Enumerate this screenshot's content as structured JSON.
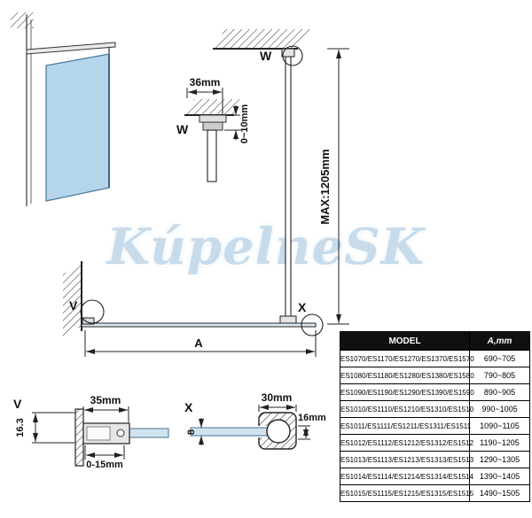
{
  "watermark": "KúpelneSK",
  "main_view": {
    "marker_w": "W",
    "marker_v": "V",
    "marker_x": "X",
    "dim_a": "A",
    "dim_max": "MAX:1205mm"
  },
  "detail_w": {
    "label": "W",
    "dim_width": "36mm",
    "dim_adjust": "0~10mm"
  },
  "detail_v": {
    "label": "V",
    "dim_width": "35mm",
    "dim_height": "16.3",
    "dim_adjust": "0-15mm"
  },
  "detail_x": {
    "label": "X",
    "dim_width": "30mm",
    "dim_depth": "16mm",
    "dim_glass_thickness": "8"
  },
  "spec_table": {
    "header_model": "MODEL",
    "header_a": "A,mm",
    "rows": [
      {
        "model": "ES1070/ES1170/ES1270/ES1370/ES1570",
        "a": "690~705"
      },
      {
        "model": "ES1080/ES1180/ES1280/ES1380/ES1580",
        "a": "790~805"
      },
      {
        "model": "ES1090/ES1190/ES1290/ES1390/ES1590",
        "a": "890~905"
      },
      {
        "model": "ES1010/ES1110/ES1210/ES1310/ES1510",
        "a": "990~1005"
      },
      {
        "model": "ES1011/ES1111/ES1211/ES1311/ES1511",
        "a": "1090~1105"
      },
      {
        "model": "ES1012/ES1112/ES1212/ES1312/ES1512",
        "a": "1190~1205"
      },
      {
        "model": "ES1013/ES1113/ES1213/ES1313/ES1513",
        "a": "1290~1305"
      },
      {
        "model": "ES1014/ES1114/ES1214/ES1314/ES1514",
        "a": "1390~1405"
      },
      {
        "model": "ES1015/ES1115/ES1215/ES1315/ES1515",
        "a": "1490~1505"
      }
    ]
  },
  "colors": {
    "glass": "#b5d6ea",
    "glass_section": "#cfe3ef",
    "line": "#222222",
    "table_header_bg": "#101010",
    "watermark": "#c7dbea"
  }
}
